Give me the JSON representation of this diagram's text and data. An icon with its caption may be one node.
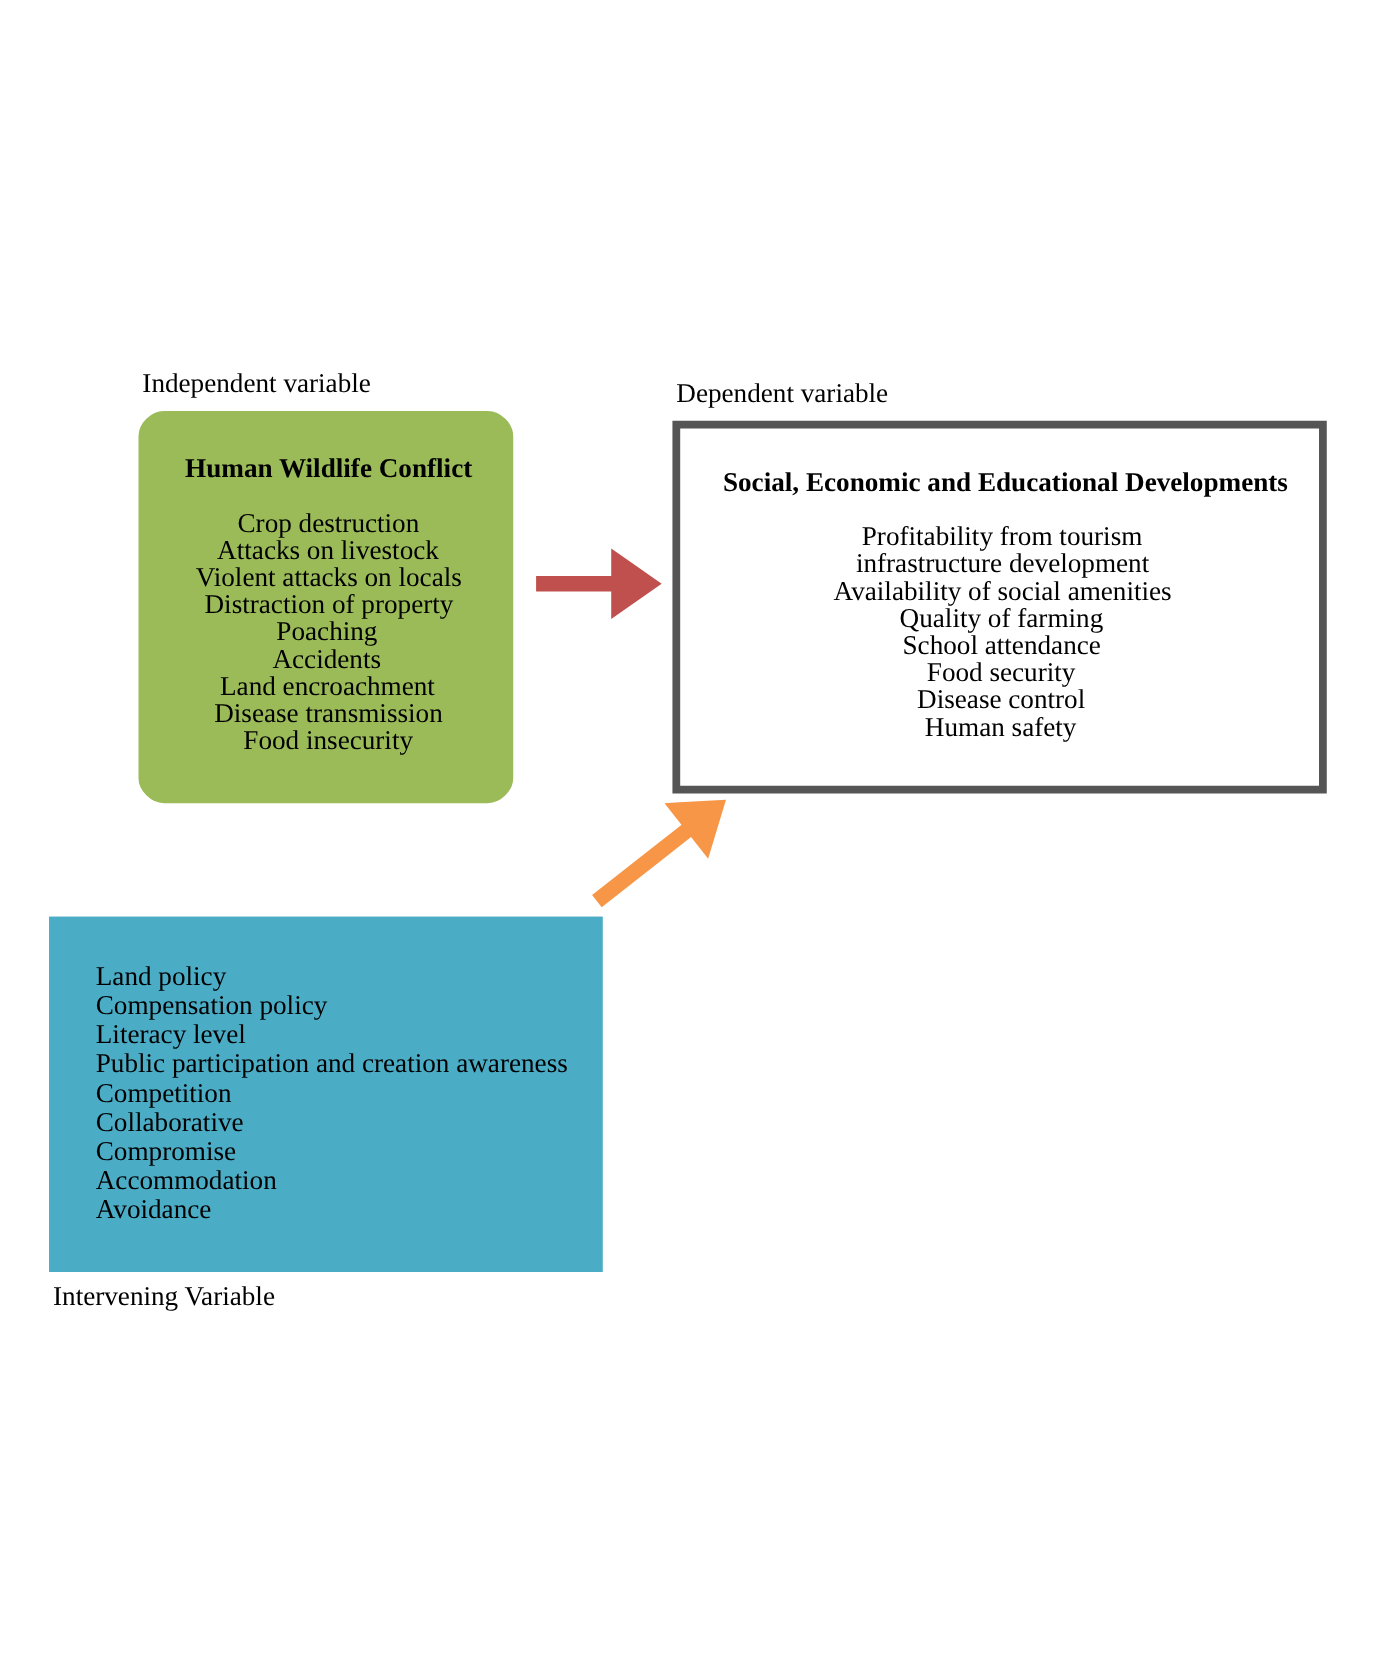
{
  "diagram": {
    "nodes": [
      {
        "text": [
          "Human Wildlife Conflict",
          "Crop destruction",
          "Attacks on livestock",
          "Violent attacks on locals",
          "Distraction of property",
          "Poaching",
          "Accidents",
          "Land encroachment",
          "Disease transmission",
          "Food insecurity"
        ],
        "beside": [
          "Independent variable"
        ]
      },
      {
        "text": [
          "Social, Economic and Educational Developments",
          "Profitability from tourism",
          "infrastructure development",
          "Availability of social amenities",
          "Quality of farming",
          "School attendance",
          "Food security",
          "Disease control",
          "Human safety"
        ],
        "beside": [
          "Dependent variable"
        ]
      },
      {
        "text": [
          "Land policy",
          "Compensation policy",
          "Literacy level",
          "Public participation and creation awareness",
          "Competition",
          "Collaborative",
          "Compromise",
          "Accommodation",
          "Avoidance"
        ],
        "beside": [
          "Intervening Variable"
        ]
      }
    ],
    "edges": [
      {
        "from": 0,
        "to": 1,
        "arrow": "to",
        "color": "#c0504d"
      },
      {
        "from": 2,
        "to": 1,
        "arrow": "to",
        "color": "#f79646"
      }
    ]
  }
}
